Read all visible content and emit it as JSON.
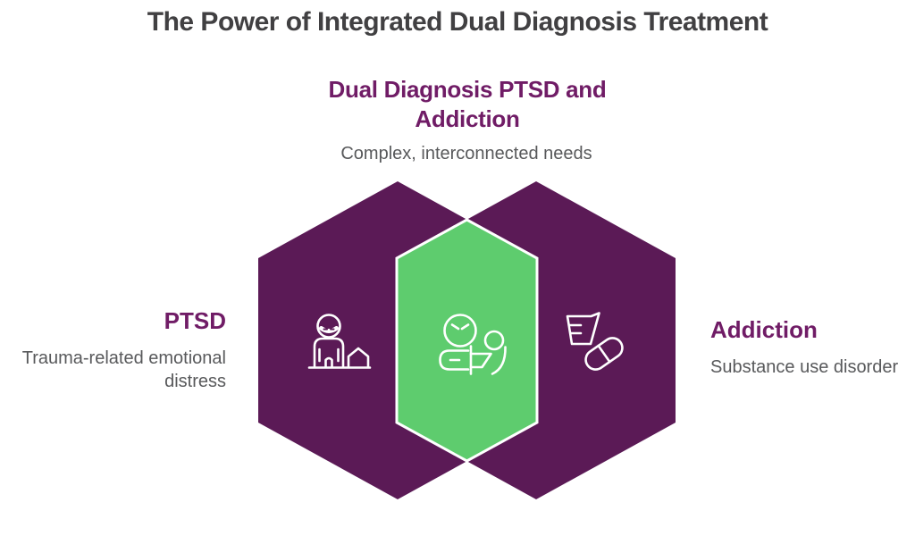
{
  "title": "The Power of Integrated Dual Diagnosis Treatment",
  "center": {
    "heading": "Dual Diagnosis PTSD and Addiction",
    "subheading": "Complex, interconnected needs"
  },
  "left": {
    "heading": "PTSD",
    "description": "Trauma-related emotional distress"
  },
  "right": {
    "heading": "Addiction",
    "description": "Substance use disorder"
  },
  "icons": {
    "left": "person-with-house-icon",
    "center": "caregiver-support-icon",
    "right": "glass-and-pill-icon"
  },
  "colors": {
    "hexagon_purple": "#5B1A56",
    "overlap_green": "#5ECC6E",
    "heading_purple": "#701C66",
    "title_gray": "#414042",
    "body_gray": "#58595B",
    "icon_white": "#FFFFFF"
  }
}
